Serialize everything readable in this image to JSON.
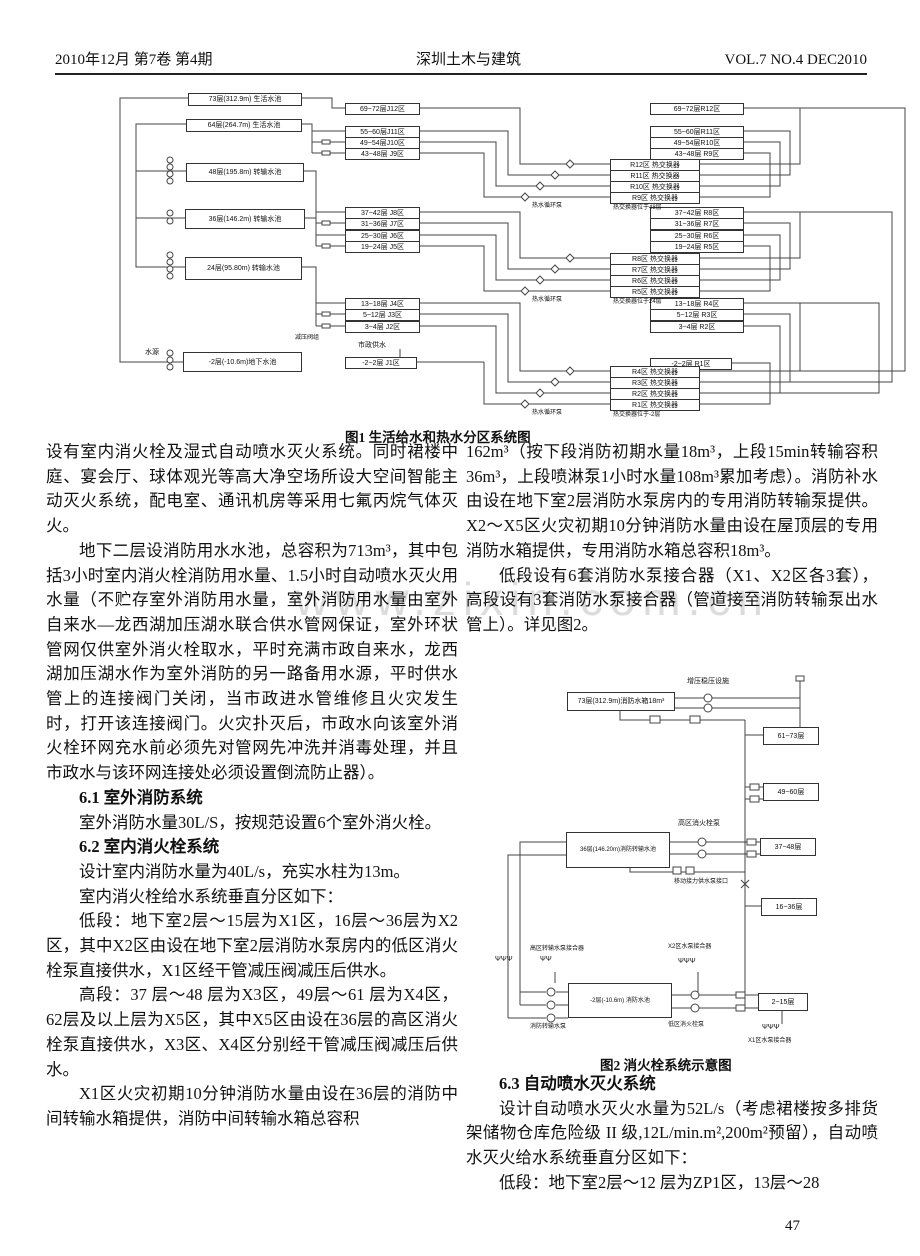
{
  "header": {
    "left": "2010年12月 第7卷 第4期",
    "center": "深圳土木与建筑",
    "right": "VOL.7 NO.4 DEC2010"
  },
  "page_number": "47",
  "watermark": {
    "text": "www.zixin.com.cn"
  },
  "fig1": {
    "caption": "图1  生活给水和热水分区系统图",
    "tanks": [
      "73层(312.9m) 生活水池",
      "64层(264.7m) 生活水池",
      "48层(195.8m) 转输水池",
      "36层(146.2m) 转输水池",
      "24层(95.80m) 转输水池",
      "-2层(-10.6m)地下水池"
    ],
    "j_zones": [
      "69~72层J12区",
      "55~60层J11区",
      "49~54层J10区",
      "43~48层 J9区",
      "37~42层 J8区",
      "31~36层 J7区",
      "25~30层 J6区",
      "19~24层 J5区",
      "13~18层 J4区",
      "5~12层 J3区",
      "3~4层 J2区",
      "-2~2层 J1区"
    ],
    "r_zones": [
      "69~72层R12区",
      "55~60层R11区",
      "49~54层R10区",
      "43~48层 R9区",
      "37~42层 R8区",
      "31~36层 R7区",
      "25~30层 R6区",
      "19~24层 R5区",
      "13~18层 R4区",
      "5~12层 R3区",
      "3~4层 R2区",
      "-2~2层 R1区"
    ],
    "exchangers": [
      "R12区  热交换器",
      "R11区  热交换器",
      "R10区  热交换器",
      "R9区  热交换器",
      "R8区  热交换器",
      "R7区  热交换器",
      "R6区  热交换器",
      "R5区  热交换器",
      "R4区  热交换器",
      "R3区  热交换器",
      "R2区  热交换器",
      "R1区  热交换器"
    ],
    "labels": {
      "source": "水源",
      "prv": "减压阀组",
      "municipal": "市政供水",
      "pump": "热水循环泵",
      "loc48": "热交换器位于48层",
      "loc24": "热交换器位于24层",
      "locb2": "热交换器位于-2层"
    }
  },
  "fig2": {
    "caption": "图2  消火栓系统示意图",
    "boxes": {
      "tank73": "73层(312.9m)消防水箱18m³",
      "z61": "61~73层",
      "z49": "49~60层",
      "z37": "37~48层",
      "tank36": "36层(146.20m)消防转输水池",
      "z16": "16~36层",
      "tankb2": "-2层(-10.6m) 消防水池",
      "z2": "2~15层"
    },
    "labels": {
      "boost": "增压稳压设施",
      "high_pump": "高区消火栓泵",
      "mobile": "移动接力供水泵接口",
      "high_coupler": "高区转输水泵接合器",
      "x2_coupler": "X2区水泵接合器",
      "transfer_pump": "消防转输水泵",
      "low_pump": "低区消火栓泵",
      "x1_coupler": "X1区水泵接合器"
    },
    "symbols": {
      "psi3": "ΨΨΨ",
      "psi2": "ΨΨ"
    }
  },
  "left_column": {
    "p1": "设有室内消火栓及湿式自动喷水灭火系统。同时裙楼中庭、宴会厅、球体观光等高大净空场所设大空间智能主动灭火系统，配电室、通讯机房等采用七氟丙烷气体灭火。",
    "p2": "地下二层设消防用水水池，总容积为713m³，其中包括3小时室内消火栓消防用水量、1.5小时自动喷水灭火用水量（不贮存室外消防用水量，室外消防用水量由室外自来水—龙西湖加压湖水联合供水管网保证，室外环状管网仅供室外消火栓取水，平时充满市政自来水，龙西湖加压湖水作为室外消防的另一路备用水源，平时供水管上的连接阀门关闭，当市政进水管维修且火灾发生时，打开该连接阀门。火灾扑灭后，市政水向该室外消火栓环网充水前必须先对管网先冲洗并消毒处理，并且市政水与该环网连接处必须设置倒流防止器）。",
    "h61": "6.1 室外消防系统",
    "p3": "室外消防水量30L/S，按规范设置6个室外消火栓。",
    "h62": "6.2 室内消火栓系统",
    "p4": "设计室内消防水量为40L/s，充实水柱为13m。",
    "p5": "室内消火栓给水系统垂直分区如下：",
    "p6": "低段：地下室2层～15层为X1区，16层～36层为X2区，其中X2区由设在地下室2层消防水泵房内的低区消火栓泵直接供水，X1区经干管减压阀减压后供水。",
    "p7": "高段：37 层～48 层为X3区，49层～61 层为X4区，62层及以上层为X5区，其中X5区由设在36层的高区消火栓泵直接供水，X3区、X4区分别经干管减压阀减压后供水。",
    "p8": "X1区火灾初期10分钟消防水量由设在36层的消防中间转输水箱提供，消防中间转输水箱总容积"
  },
  "right_column": {
    "p9": "162m³（按下段消防初期水量18m³，上段15min转输容积36m³，上段喷淋泵1小时水量108m³累加考虑）。消防补水由设在地下室2层消防水泵房内的专用消防转输泵提供。X2～X5区火灾初期10分钟消防水量由设在屋顶层的专用消防水箱提供，专用消防水箱总容积18m³。",
    "p10": "低段设有6套消防水泵接合器（X1、X2区各3套）， 高段设有3套消防水泵接合器（管道接至消防转输泵出水管上）。详见图2。",
    "h63": "6.3 自动喷水灭火系统",
    "p11": "设计自动喷水灭火水量为52L/s（考虑裙楼按多排货架储物仓库危险级 II 级,12L/min.m²,200m²预留），自动喷水灭火给水系统垂直分区如下：",
    "p12": "低段：地下室2层～12 层为ZP1区，13层～28"
  }
}
